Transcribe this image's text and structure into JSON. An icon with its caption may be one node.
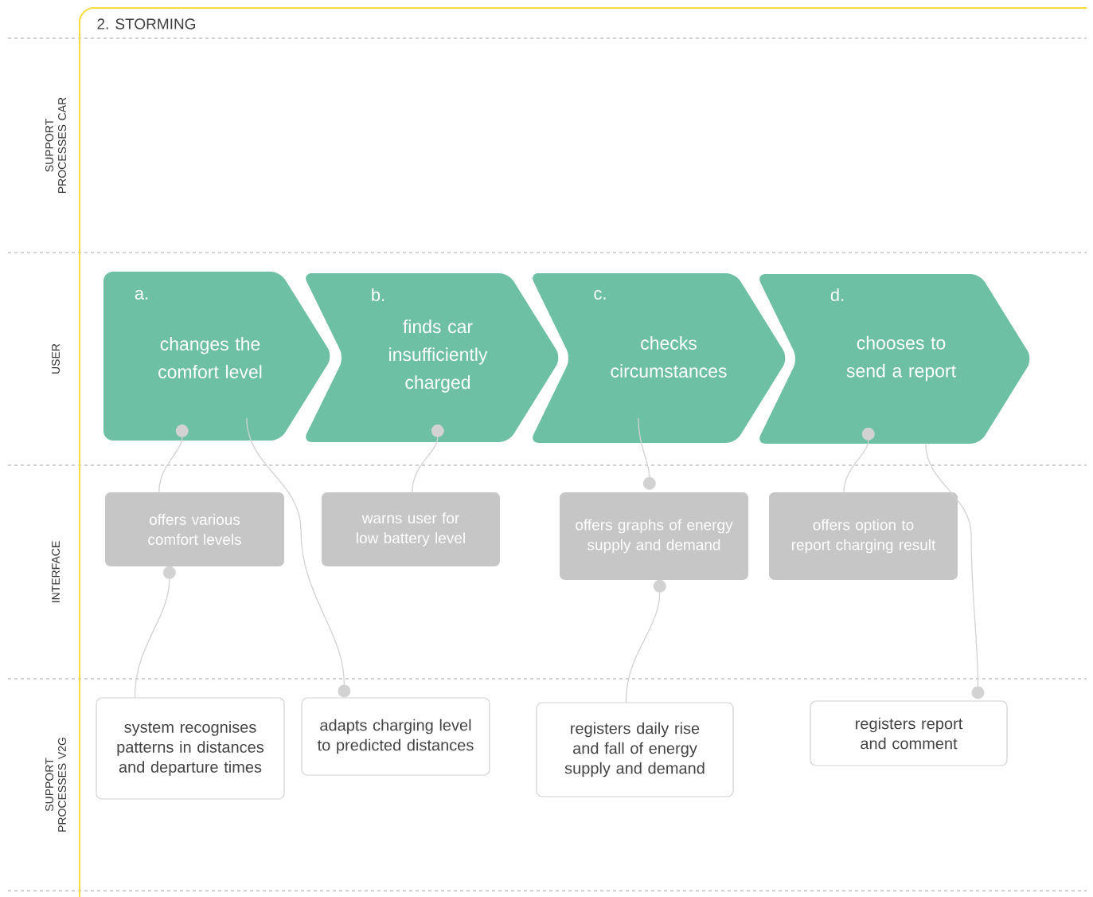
{
  "diagram": {
    "title": "2. STORMING",
    "nodes": [
      {
        "text": [
          "a.",
          "changes the comfort level"
        ]
      },
      {
        "text": [
          "b.",
          "finds car insufficiently charged"
        ]
      },
      {
        "text": [
          "c.",
          "checks circumstances"
        ]
      },
      {
        "text": [
          "d.",
          "chooses to send a report"
        ]
      },
      {
        "text": [
          "offers various comfort levels"
        ]
      },
      {
        "text": [
          "warns user for low battery level"
        ]
      },
      {
        "text": [
          "offers graphs of energy supply and demand"
        ]
      },
      {
        "text": [
          "offers option to report charging result"
        ]
      },
      {
        "text": [
          "system recognises patterns in distances and departure times"
        ]
      },
      {
        "text": [
          "adapts charging level to predicted distances"
        ]
      },
      {
        "text": [
          "registers daily rise and fall of energy supply and demand"
        ]
      },
      {
        "text": [
          "registers report and comment"
        ]
      }
    ],
    "edges": [
      {
        "from": 0,
        "to": 4,
        "arrow": "other"
      },
      {
        "from": 9,
        "to": 0,
        "arrow": "other"
      },
      {
        "from": 1,
        "to": 5,
        "arrow": "other"
      },
      {
        "from": 6,
        "to": 2,
        "arrow": "other"
      },
      {
        "from": 3,
        "to": 7,
        "arrow": "other"
      },
      {
        "from": 11,
        "to": 3,
        "arrow": "other"
      },
      {
        "from": 4,
        "to": 8,
        "arrow": "other"
      },
      {
        "from": 6,
        "to": 10,
        "arrow": "other"
      }
    ],
    "labels": [
      "SUPPORT PROCESSES CAR",
      "USER",
      "INTERFACE",
      "SUPPORT PROCESSES V2G"
    ]
  }
}
